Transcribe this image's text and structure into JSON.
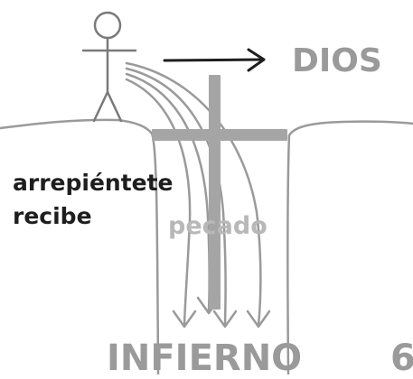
{
  "labels": {
    "dios": "DIOS",
    "arrepientete": "arrepiéntete",
    "recibe": "recibe",
    "pecado": "pecado",
    "infierno": "INFIERNO",
    "page_number": "6"
  },
  "colors": {
    "ink": "#1e1e1e",
    "gray_line": "#9a9a9a",
    "cross": "#a5a5a5",
    "pecado_text": "#b8b8b8"
  },
  "icons": {
    "person": "stick-figure",
    "arrow": "right-arrow",
    "cross": "cross"
  }
}
